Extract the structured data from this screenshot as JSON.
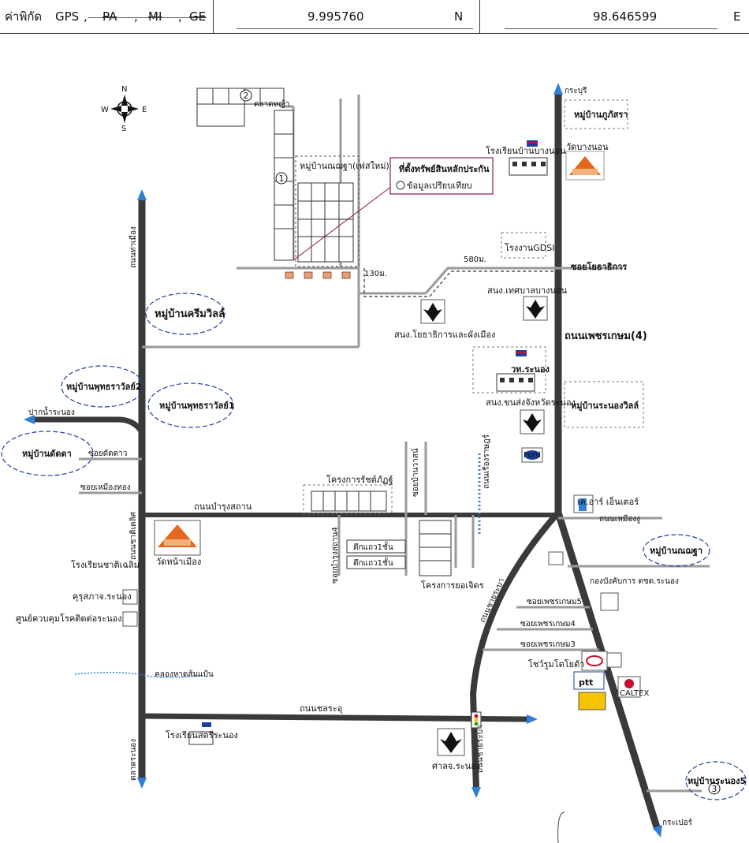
{
  "header": {
    "label": "ค่าพิกัด",
    "gps": "GPS",
    "pa": "PA",
    "mi": "MI",
    "ge": "GE",
    "sep": ",",
    "latitude": "9.995760",
    "lat_dir": "N",
    "longitude": "98.646599",
    "lon_dir": "E"
  },
  "compass": {
    "n": "N",
    "s": "S",
    "e": "E",
    "w": "W"
  },
  "legend": {
    "collateral": "ที่ตั้งทรัพย์สินหลักประกัน",
    "comparison": "ข้อมูลเปรียบเทียบ"
  },
  "roads": {
    "petchkasem": "ถนนเพชรเกษม(4)",
    "pha_pru": "ถนนท่าเมือง",
    "charoen": "ถนนชาติเดลิศ",
    "bang_rong": "ถนนบำรุงสถาน",
    "chalerm_kiat": "ถนนชลระอุ",
    "tha_mueang_road": "ถนนท่าเมือง",
    "ruang_rat": "ถนนเรืองราษฎร์",
    "sabai": "ถนนชายระบา",
    "soi_yotha": "ซอยโยธาธิการ",
    "soi_dutsadi": "ซอยดัดดาว",
    "soi_mueang_thong": "ซอยเหมืองทอง",
    "soi_bang_rong4": "ซอยบำรุงสถาน4",
    "soi_phet5": "ซอยเพชรเกษม5",
    "soi_phet4": "ซอยเพชรเกษม4",
    "soi_phet3": "ซอยเพชรเกษม3",
    "soi_bon_wasan": "ซอยบ้านวาสน์",
    "tha_mueang_west": "ปากน้ำระนอง",
    "ranong": "ตลาดระนอง",
    "nong_yu": "ถนนเหมืองงู"
  },
  "directions": {
    "north": "กระบุรี",
    "south": "กระเปอร์",
    "east_spur": "ถนนเหมืองงู"
  },
  "distances": {
    "d580": "580ม.",
    "d130": "130ม."
  },
  "villages": {
    "phutsra": "หมู่บ้านภูภัสรา",
    "nachu": "หมู่บ้านณฌฐา(เฟสใหม่)",
    "kriswill": "หมู่บ้านครีมวิลล์",
    "phuttharat2": "หมู่บ้านพุทธราวัลย์2",
    "phuttharat1": "หมู่บ้านพุทธราวัลย์1",
    "dutsa": "หมู่บ้านดัดดา",
    "ranong_villa": "หมู่บ้านระนองวิลล์",
    "nachu2": "หมู่บ้านณฌฐา",
    "ranong5": "หมู่บ้านระนอง5",
    "koh_ya": "ตลาดหญ้า"
  },
  "places": {
    "school_bang_non": "โรงเรียนบ้านบางนอน",
    "wat_bang_non": "วัดบางนอน",
    "gdsi": "โรงงานGDSI",
    "tessaban": "สนง.เทศบาลบางนอน",
    "yotha_office": "สนง.โยธาธิการและผังเมือง",
    "college": "วท.ระนอง",
    "transport": "สนง.ขนส่งจังหวัดระนอง",
    "khanomprom": "โครงการรัชต์ภัฏฐ์",
    "shop1": "ตึกแถว1ชั้น",
    "shop2": "ตึกแถว1ชั้น",
    "project_charoen": "โครงการยอเจิดร",
    "wat_na_mueang": "วัดหน้าเมือง",
    "school_chat": "โรงเรียนชาติเฉลิม",
    "teacher": "คุรุสภาจ.ระนอง",
    "disease": "ศูนย์ควบคุมโรคติดต่อระนอง",
    "canal": "คลองหาดส้มแป้น",
    "school_ranong": "โรงเรียนสตรีระนอง",
    "court": "ศาลจ.ระนอง",
    "toyota": "โชว์รูมโตโยต้า",
    "savings": "กองบังคับการ ตชด.ระนอง",
    "co_op": "เค.อาร์ เอ็นเตอร์",
    "ptt": "ptt",
    "caltex": "CALTEX",
    "ford": "Ford"
  },
  "numbers": {
    "one": "1",
    "two": "2",
    "three": "3"
  },
  "colors": {
    "road": "#3a3a3a",
    "arrow": "#2f7fd6",
    "legend_border": "#8a1a3a",
    "temple": "#e4671f",
    "flag_red": "#c8102e",
    "flag_blue": "#1c3f9a"
  }
}
